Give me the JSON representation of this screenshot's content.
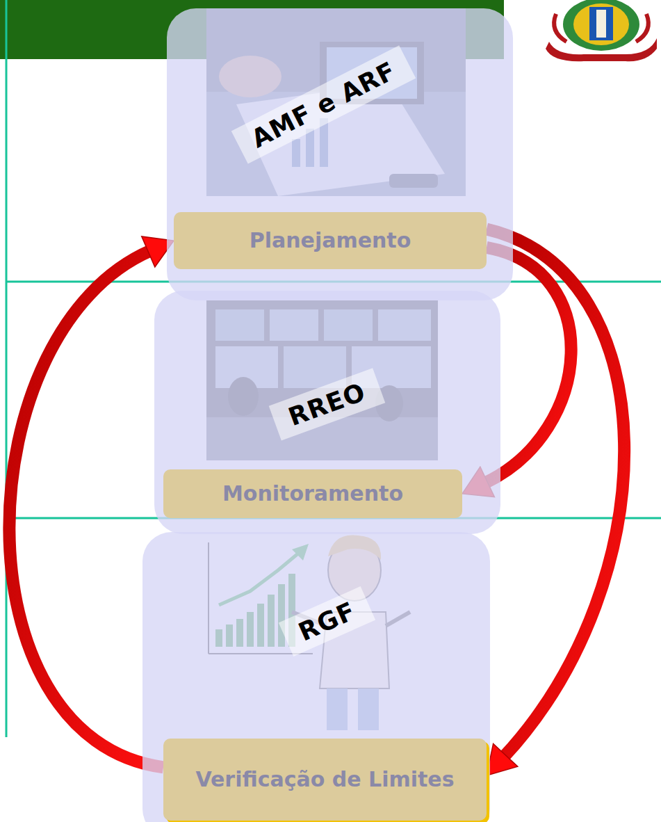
{
  "diagram": {
    "nodes": [
      {
        "text": [
          "AMF e ARF"
        ]
      },
      {
        "text": [
          "Planejamento"
        ],
        "in": 0
      },
      {
        "text": [
          "RREO"
        ]
      },
      {
        "text": [
          "Monitoramento"
        ],
        "in": 2
      },
      {
        "text": [
          "RGF"
        ]
      },
      {
        "text": [
          "Verificação de Limites"
        ],
        "in": 4
      }
    ],
    "edges": [
      {
        "from": 1,
        "to": 3,
        "arrow": "to"
      },
      {
        "from": 1,
        "to": 5,
        "arrow": "to"
      },
      {
        "from": 5,
        "to": 1,
        "arrow": "to"
      }
    ]
  }
}
